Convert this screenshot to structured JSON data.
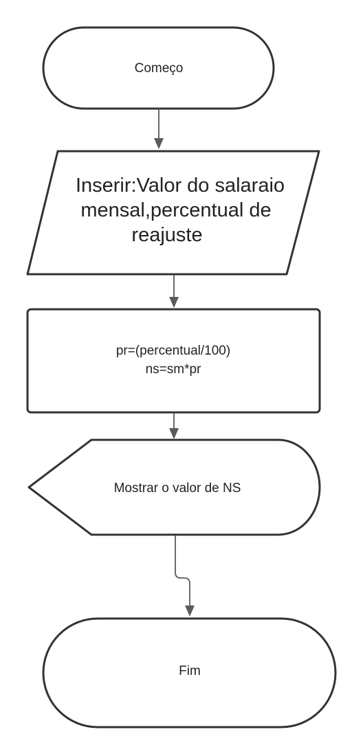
{
  "flowchart": {
    "start": {
      "label": "Começo"
    },
    "input": {
      "lines": [
        "Inserir:Valor do salaraio",
        "mensal,percentual de",
        "reajuste"
      ]
    },
    "process": {
      "lines": [
        "pr=(percentual/100)",
        "ns=sm*pr"
      ]
    },
    "display": {
      "label": "Mostrar o valor de NS"
    },
    "end": {
      "label": "Fim"
    }
  },
  "colors": {
    "stroke": "#333333",
    "connector": "#5a5a5a",
    "text": "#222222",
    "background": "#ffffff"
  }
}
